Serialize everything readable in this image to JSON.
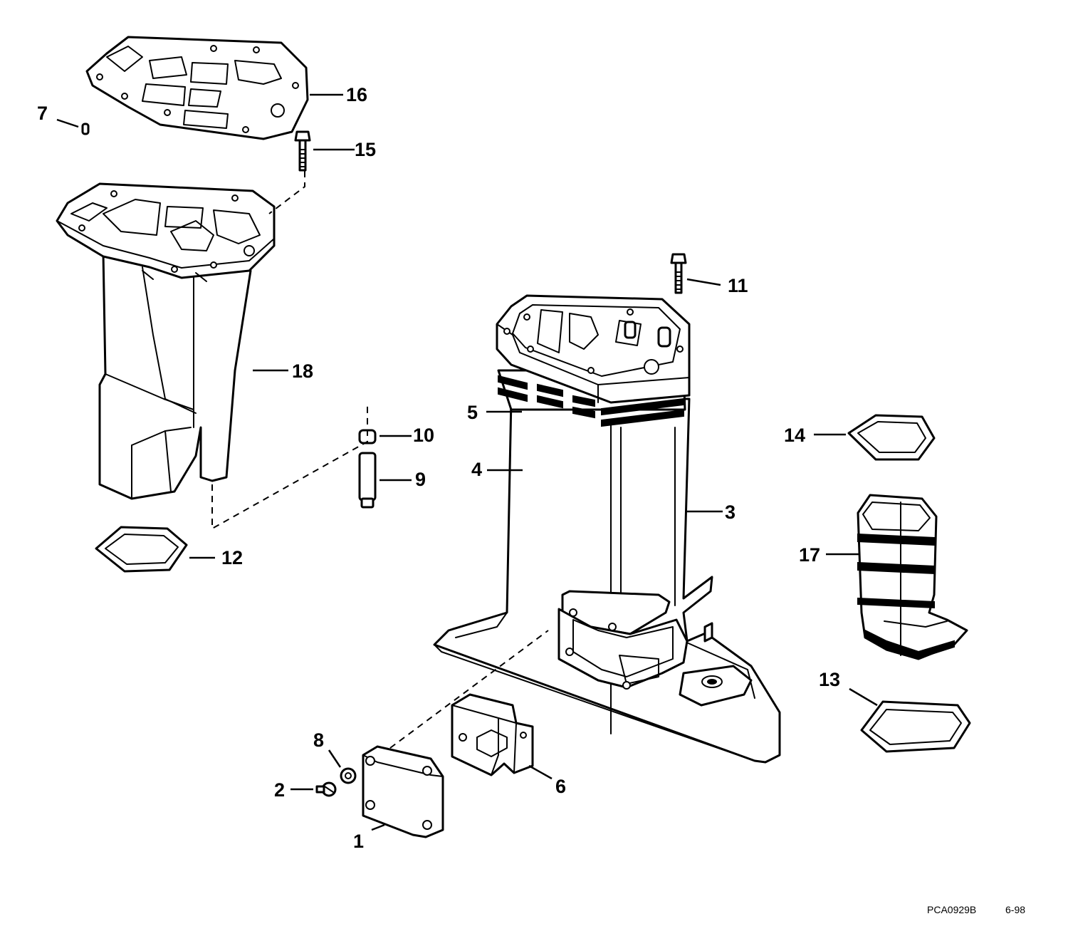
{
  "diagram": {
    "callouts": [
      {
        "id": "c1",
        "text": "1"
      },
      {
        "id": "c2",
        "text": "2"
      },
      {
        "id": "c3",
        "text": "3"
      },
      {
        "id": "c4",
        "text": "4"
      },
      {
        "id": "c5",
        "text": "5"
      },
      {
        "id": "c6",
        "text": "6"
      },
      {
        "id": "c7",
        "text": "7"
      },
      {
        "id": "c8",
        "text": "8"
      },
      {
        "id": "c9",
        "text": "9"
      },
      {
        "id": "c10",
        "text": "10"
      },
      {
        "id": "c11",
        "text": "11"
      },
      {
        "id": "c12",
        "text": "12"
      },
      {
        "id": "c13",
        "text": "13"
      },
      {
        "id": "c14",
        "text": "14"
      },
      {
        "id": "c15",
        "text": "15"
      },
      {
        "id": "c16",
        "text": "16"
      },
      {
        "id": "c17",
        "text": "17"
      },
      {
        "id": "c18",
        "text": "18"
      }
    ],
    "reference_code": "PCA0929B",
    "date_code": "6-98"
  }
}
